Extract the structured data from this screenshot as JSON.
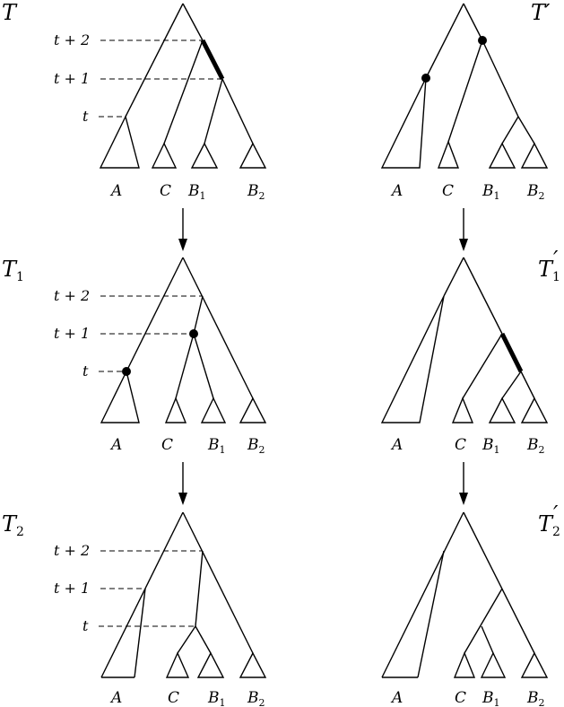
{
  "trees": {
    "T": {
      "name": "T",
      "prime": ""
    },
    "Tp": {
      "name": "T",
      "prime": "′"
    },
    "T1": {
      "name": "T",
      "sub": "1",
      "prime": ""
    },
    "T1p": {
      "name": "T",
      "sub": "1",
      "prime": "′"
    },
    "T2": {
      "name": "T",
      "sub": "2",
      "prime": ""
    },
    "T2p": {
      "name": "T",
      "sub": "2",
      "prime": "′"
    }
  },
  "leaves": {
    "A": "A",
    "C": "C",
    "B": "B",
    "b1": "1",
    "b2": "2"
  },
  "times": {
    "t2_main": "t + 2",
    "t1_main": "t + 1",
    "t_main": "t"
  }
}
